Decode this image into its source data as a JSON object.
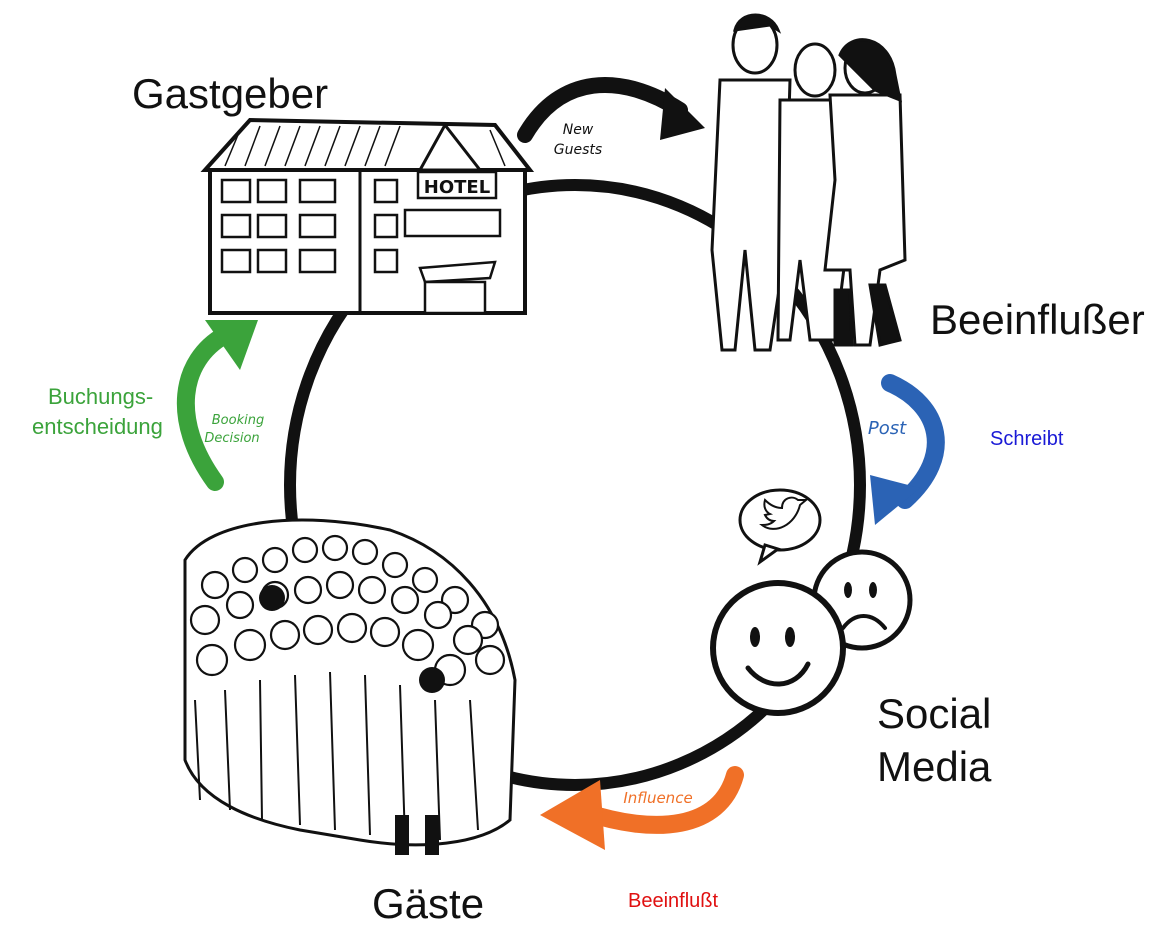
{
  "labels": {
    "host": "Gastgeber",
    "influencer": "Beeinflußer",
    "social_media": [
      "Social",
      "Media"
    ],
    "guests": "Gäste",
    "booking_decision": [
      "Buchungs-",
      "entscheidung"
    ],
    "writes": "Schreibt",
    "influences": "Beeinflußt"
  },
  "arrow_texts": {
    "new_guests": [
      "New",
      "Guests"
    ],
    "post": "Post",
    "booking": [
      "Booking",
      "Decision"
    ],
    "influence": "Influence"
  },
  "sign": {
    "hotel": "HOTEL"
  },
  "colors": {
    "circle": "#111111",
    "new_guests_arrow": "#111111",
    "post_arrow": "#2b63b5",
    "booking_arrow": "#3ba33b",
    "influence_arrow": "#f07027",
    "writes_text": "#1a1ad6",
    "influences_text": "#e01010",
    "booking_text": "#3ba33b"
  },
  "icons": [
    "hotel-building-icon",
    "people-group-icon",
    "twitter-bird-icon",
    "smiley-face-icon",
    "sad-face-icon",
    "crowd-icon"
  ]
}
